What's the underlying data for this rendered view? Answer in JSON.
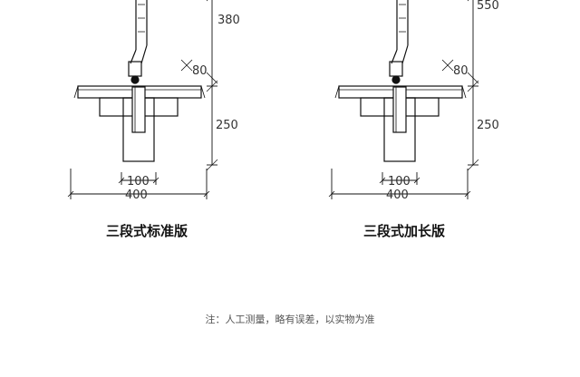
{
  "diagrams": [
    {
      "caption": "三段式标准版",
      "dims": {
        "arm": "380",
        "offset": "80",
        "depth": "250",
        "inner": "100",
        "width": "400"
      }
    },
    {
      "caption": "三段式加长版",
      "dims": {
        "arm": "550",
        "offset": "80",
        "depth": "250",
        "inner": "100",
        "width": "400"
      }
    }
  ],
  "note": "注：人工测量，略有误差，以实物为准"
}
